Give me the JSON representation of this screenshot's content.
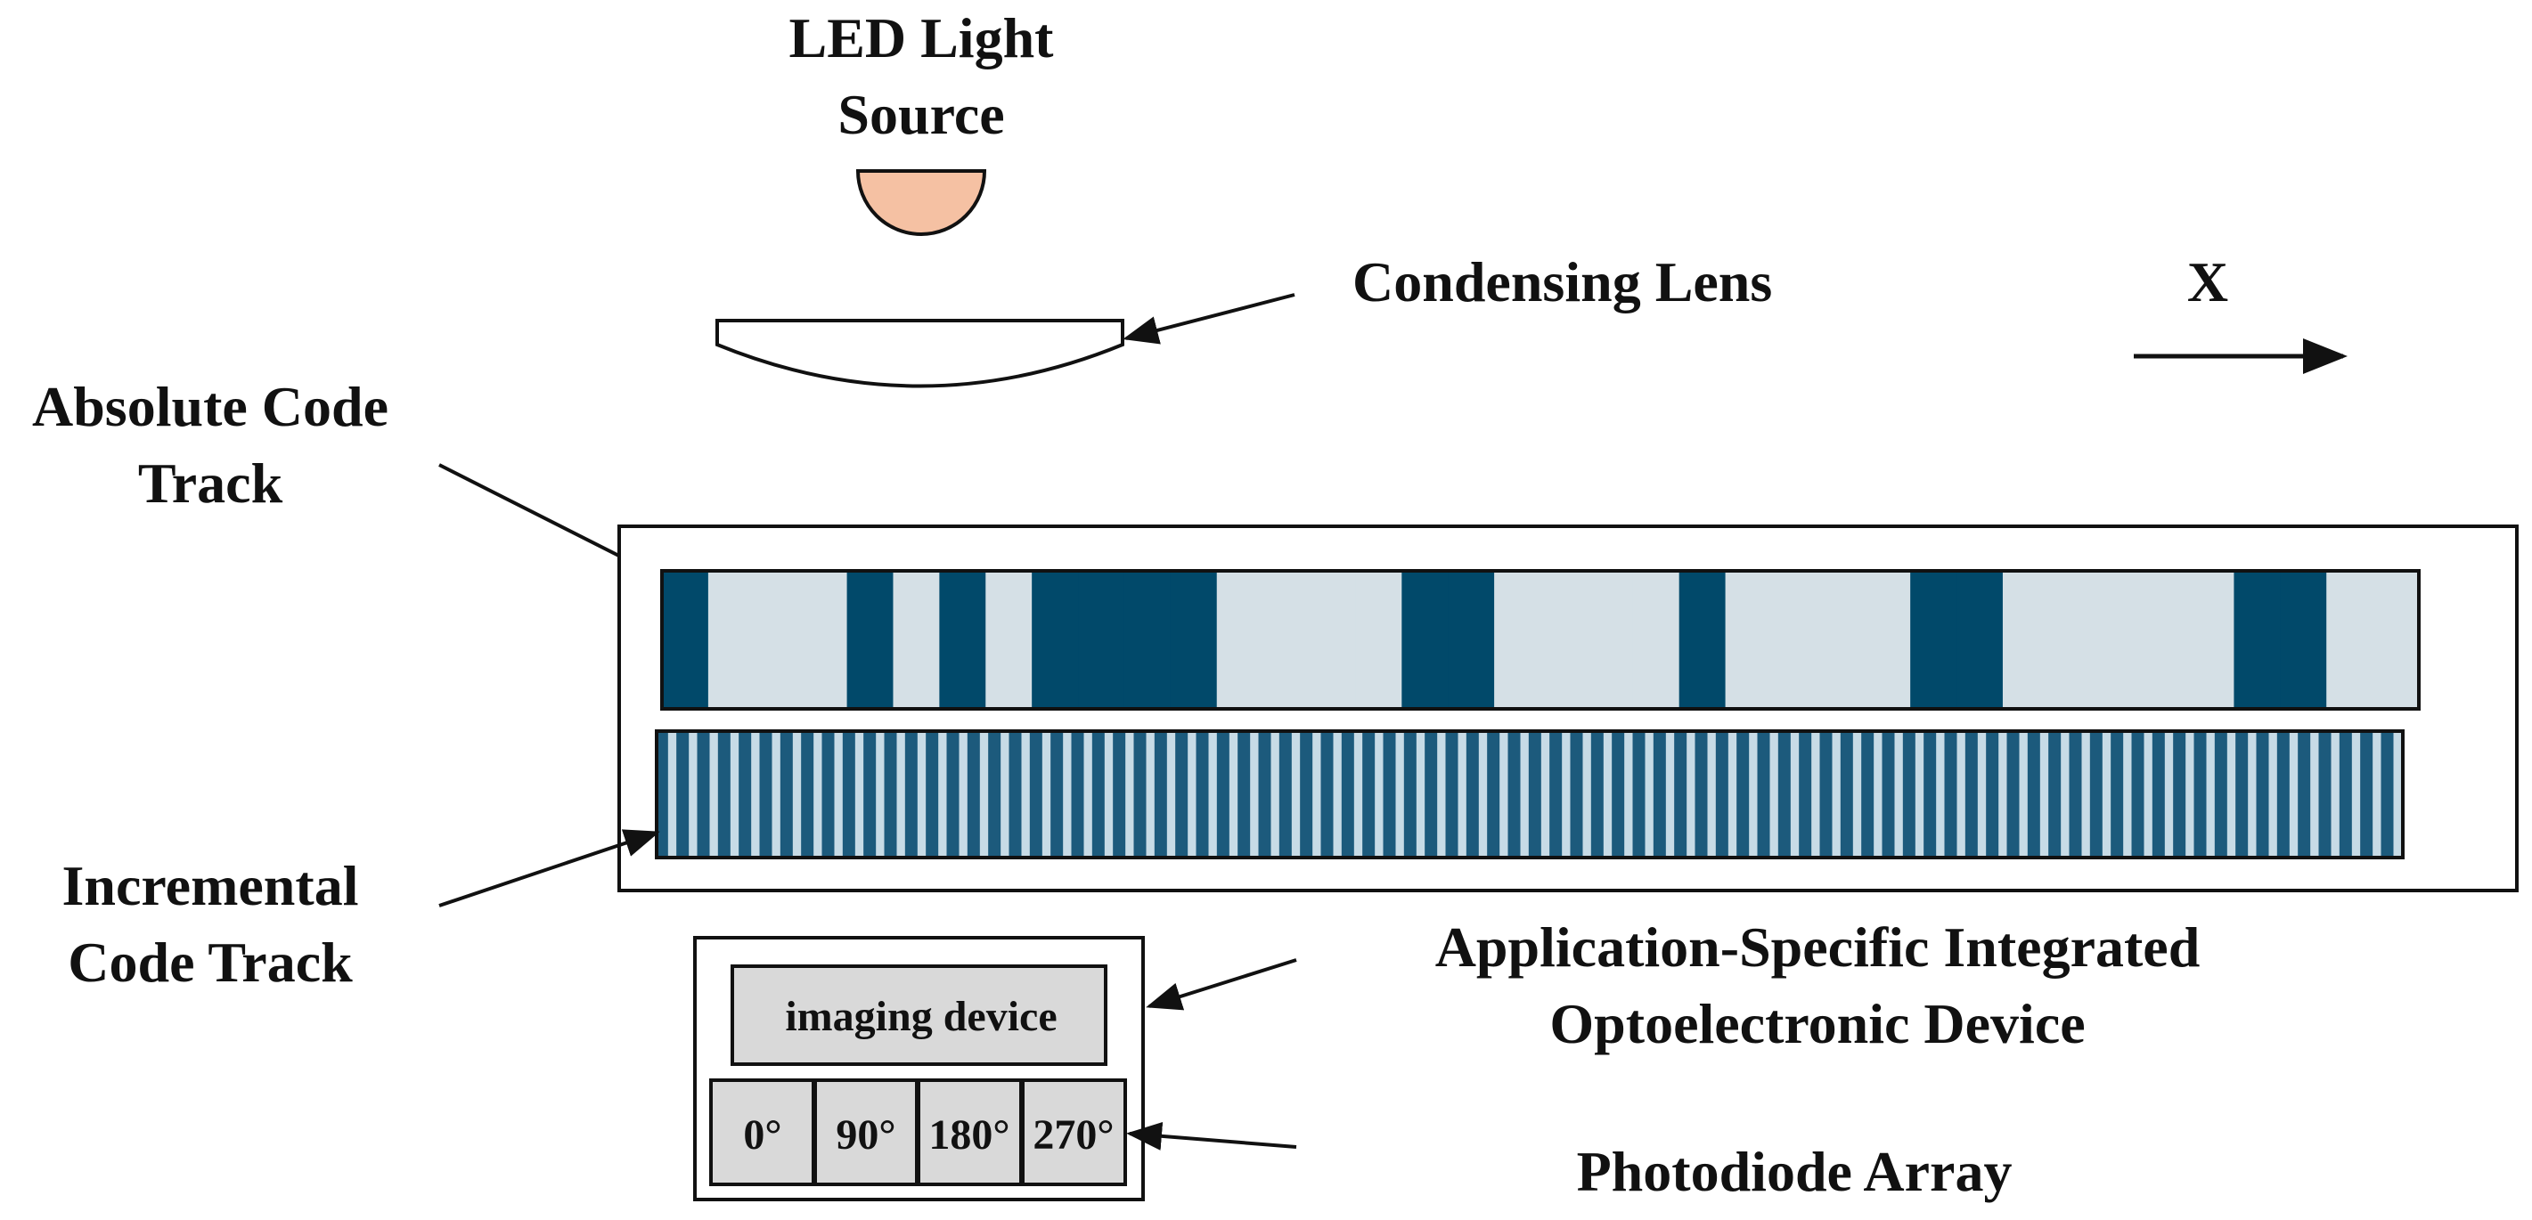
{
  "labels": {
    "led_line1": "LED Light",
    "led_line2": "Source",
    "condensing_lens": "Condensing Lens",
    "x_axis": "X",
    "absolute_line1": "Absolute Code",
    "absolute_line2": "Track",
    "incremental_line1": "Incremental",
    "incremental_line2": "Code Track",
    "asic_line1": "Application-Specific Integrated",
    "asic_line2": "Optoelectronic Device",
    "photodiode_array": "Photodiode Array",
    "imaging_device": "imaging device",
    "phase_0": "0°",
    "phase_90": "90°",
    "phase_180": "180°",
    "phase_270": "270°"
  },
  "absolute_code_pattern": [
    1,
    0,
    0,
    0,
    1,
    0,
    1,
    0,
    1,
    1,
    1,
    1,
    0,
    0,
    0,
    0,
    1,
    1,
    0,
    0,
    0,
    0,
    1,
    0,
    0,
    0,
    0,
    1,
    1,
    0,
    0,
    0,
    0,
    0,
    1,
    1,
    0,
    0
  ],
  "incremental_stripe_count": 84,
  "colors": {
    "dark_bar": "#01496a",
    "light_bar": "#d5e0e6",
    "incremental_dark": "#1c5a7c",
    "incremental_light": "#c7dbe6",
    "led_fill": "#f5c1a3",
    "detector_fill": "#d9d9d9"
  }
}
